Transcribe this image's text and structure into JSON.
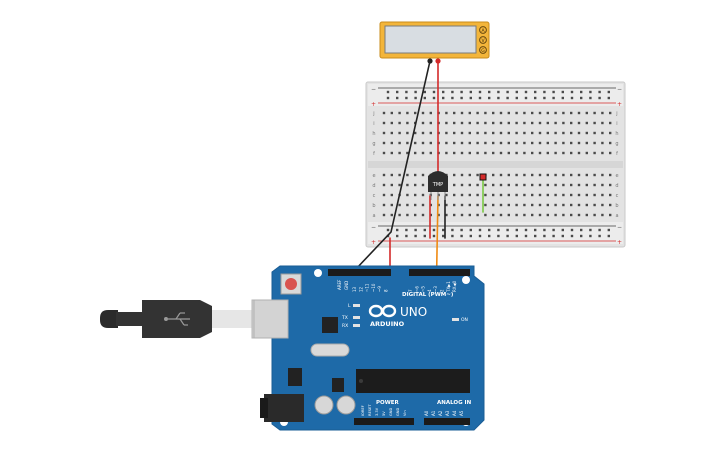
{
  "workspace": {
    "background": "#ffffff"
  },
  "multimeter": {
    "terminal_labels": [
      "A",
      "V",
      "G"
    ],
    "display_value": "",
    "colors": {
      "body": "#f3b53a",
      "screen": "#d8dde2"
    }
  },
  "breadboard": {
    "power_rail_plus": "+",
    "power_rail_minus": "−",
    "row_letters_top": [
      "j",
      "i",
      "h",
      "g",
      "f"
    ],
    "row_letters_bottom": [
      "e",
      "d",
      "c",
      "b",
      "a"
    ],
    "columns": 30
  },
  "sensor": {
    "label": "TMP",
    "color": "#2d2d2d"
  },
  "arduino": {
    "brand": "ARDUINO",
    "model": "UNO",
    "digital_header_label": "DIGITAL (PWM~)",
    "power_header_label": "POWER",
    "analog_header_label": "ANALOG IN",
    "on_label": "ON",
    "l_label": "L",
    "tx_label": "TX",
    "rx_label": "RX",
    "aref_label": "AREF",
    "gnd_label": "GND",
    "digital_pins": [
      "13",
      "12",
      "~11",
      "~10",
      "~9",
      "8",
      "7",
      "~6",
      "~5",
      "4",
      "~3",
      "2",
      "TX▶1",
      "RX◀0"
    ],
    "power_pins": [
      "IOREF",
      "RESET",
      "3.3V",
      "5V",
      "GND",
      "GND",
      "Vin"
    ],
    "analog_pins": [
      "A0",
      "A1",
      "A2",
      "A3",
      "A4",
      "A5"
    ],
    "colors": {
      "board": "#1e6aa8",
      "board_edge": "#1a5d95"
    }
  },
  "usb_cable": {
    "icon": "usb-icon",
    "colors": {
      "plug": "#2b2b2b",
      "connector": "#d9d9d9"
    }
  },
  "wires": {
    "colors": {
      "ground": "#222222",
      "power": "#d42a2a",
      "signal": "#ef8a12",
      "led_green": "#7ac943"
    }
  }
}
